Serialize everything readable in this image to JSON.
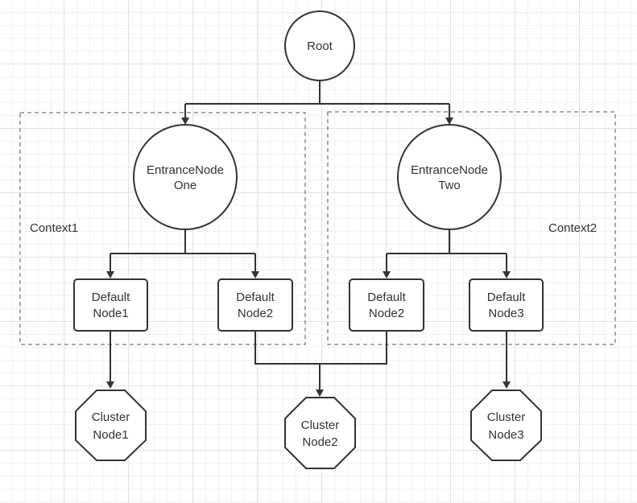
{
  "root": {
    "label": "Root"
  },
  "contexts": [
    {
      "id": "context1",
      "label": "Context1"
    },
    {
      "id": "context2",
      "label": "Context2"
    }
  ],
  "entrance_nodes": [
    {
      "id": "entrance-one",
      "line1": "EntranceNode",
      "line2": "One"
    },
    {
      "id": "entrance-two",
      "line1": "EntranceNode",
      "line2": "Two"
    }
  ],
  "default_nodes": [
    {
      "id": "default-node1-ctx1",
      "line1": "Default",
      "line2": "Node1"
    },
    {
      "id": "default-node2-ctx1",
      "line1": "Default",
      "line2": "Node2"
    },
    {
      "id": "default-node2-ctx2",
      "line1": "Default",
      "line2": "Node2"
    },
    {
      "id": "default-node3-ctx2",
      "line1": "Default",
      "line2": "Node3"
    }
  ],
  "cluster_nodes": [
    {
      "id": "cluster-node1",
      "line1": "Cluster",
      "line2": "Node1"
    },
    {
      "id": "cluster-node2",
      "line1": "Cluster",
      "line2": "Node2"
    },
    {
      "id": "cluster-node3",
      "line1": "Cluster",
      "line2": "Node3"
    }
  ],
  "edges": [
    {
      "from": "root",
      "to": "entrance-one"
    },
    {
      "from": "root",
      "to": "entrance-two"
    },
    {
      "from": "entrance-one",
      "to": "default-node1-ctx1"
    },
    {
      "from": "entrance-one",
      "to": "default-node2-ctx1"
    },
    {
      "from": "entrance-two",
      "to": "default-node2-ctx2"
    },
    {
      "from": "entrance-two",
      "to": "default-node3-ctx2"
    },
    {
      "from": "default-node1-ctx1",
      "to": "cluster-node1"
    },
    {
      "from": "default-node2-ctx1",
      "to": "cluster-node2"
    },
    {
      "from": "default-node2-ctx2",
      "to": "cluster-node2"
    },
    {
      "from": "default-node3-ctx2",
      "to": "cluster-node3"
    }
  ],
  "colors": {
    "stroke": "#333333",
    "fill": "#ffffff",
    "text": "#333333",
    "grid": "#e2e2e2"
  }
}
